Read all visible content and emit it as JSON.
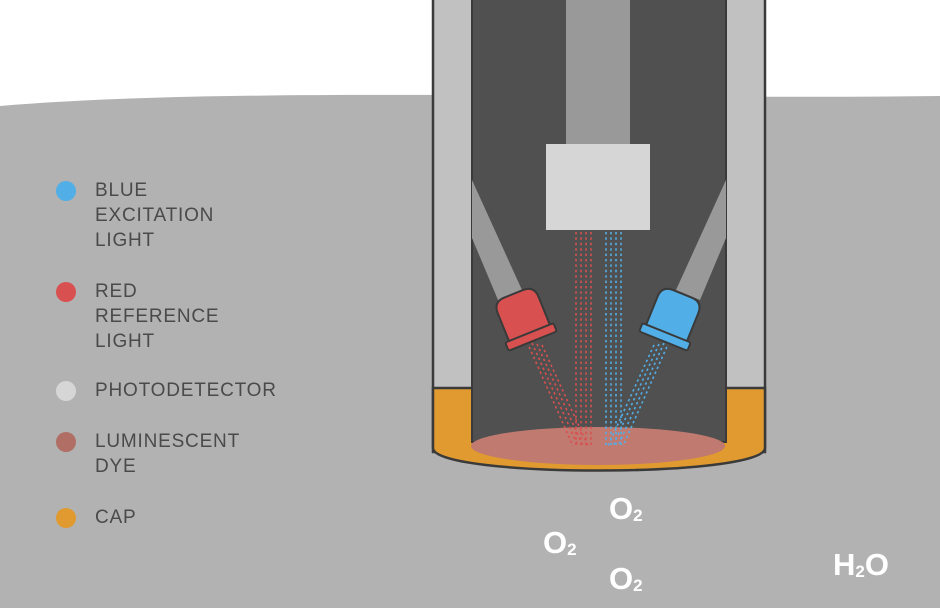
{
  "colors": {
    "background_sky": "#ffffff",
    "water": "#b2b2b2",
    "probe_wall": "#c1c1c1",
    "probe_interior": "#505050",
    "outline": "#3a3a3a",
    "rod": "#999999",
    "photodetector": "#d6d6d6",
    "blue_light": "#52aee6",
    "red_light": "#d8504f",
    "dye": "#c07a70",
    "cap": "#e09a30"
  },
  "legend": [
    {
      "label": "BLUE\nEXCITATION\nLIGHT",
      "color": "#52aee6"
    },
    {
      "label": "RED\nREFERENCE\nLIGHT",
      "color": "#d8504f"
    },
    {
      "label": "PHOTODETECTOR",
      "color": "#d6d6d6"
    },
    {
      "label": "LUMINESCENT\nDYE",
      "color": "#b06e64"
    },
    {
      "label": "CAP",
      "color": "#e09a30"
    }
  ],
  "molecules": [
    {
      "main": "O",
      "sub": "2",
      "suffix": ""
    },
    {
      "main": "O",
      "sub": "2",
      "suffix": ""
    },
    {
      "main": "O",
      "sub": "2",
      "suffix": ""
    },
    {
      "main": "H",
      "sub": "2",
      "suffix": "O"
    }
  ]
}
